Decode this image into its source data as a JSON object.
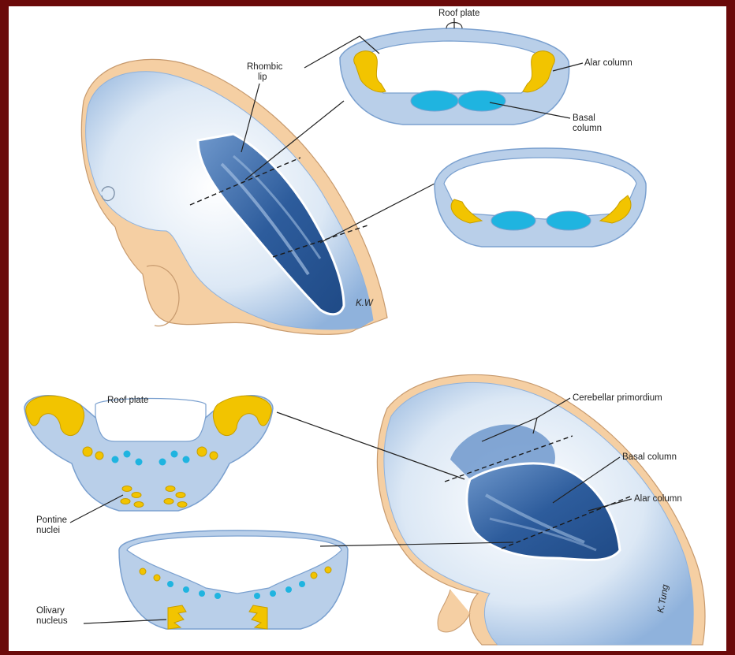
{
  "colors": {
    "frame": "#6b0a0a",
    "neural_tissue": "#b9cfe9",
    "ventricle_floor": "#2e5f9e",
    "alar_yellow": "#f2c400",
    "basal_cyan": "#1fb4e0",
    "skin": "#f5cfa3"
  },
  "top_figure": {
    "labels": {
      "roof_plate": "Roof plate",
      "rhombic_lip": "Rhombic\nlip",
      "alar_column": "Alar column",
      "basal_column": "Basal\ncolumn"
    },
    "signature": "K.W"
  },
  "bottom_figure": {
    "labels": {
      "roof_plate": "Roof plate",
      "pontine_nuclei": "Pontine\nnuclei",
      "olivary_nucleus": "Olivary\nnucleus",
      "cerebellar_primordium": "Cerebellar primordium",
      "basal_column": "Basal column",
      "alar_column": "Alar column"
    },
    "signature": "K.Tung"
  }
}
